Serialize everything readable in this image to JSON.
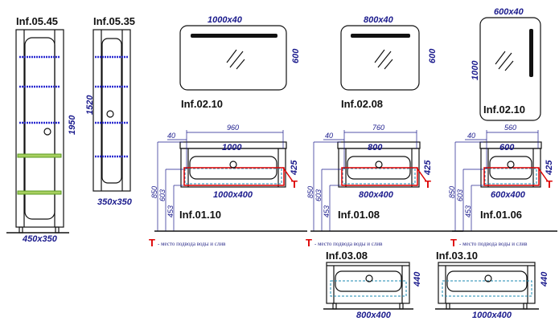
{
  "tall_cabinets": [
    {
      "model": "Inf.05.45",
      "height": "1950",
      "size": "450x350"
    },
    {
      "model": "Inf.05.35",
      "height": "1520",
      "size": "350x350"
    }
  ],
  "mirrors": [
    {
      "model": "Inf.02.10",
      "light": "1000x40",
      "height": "600"
    },
    {
      "model": "Inf.02.08",
      "light": "800x40",
      "height": "600"
    },
    {
      "model": "Inf.02.10",
      "light": "600x40",
      "height": "1000"
    }
  ],
  "vanities": [
    {
      "model": "Inf.01.10",
      "offset": "40",
      "inner": "960",
      "top": "1000",
      "depth": "425",
      "size": "1000x400",
      "h1": "850",
      "h2": "603",
      "h3": "453"
    },
    {
      "model": "Inf.01.08",
      "offset": "40",
      "inner": "760",
      "top": "800",
      "depth": "425",
      "size": "800x400",
      "h1": "850",
      "h2": "603",
      "h3": "453"
    },
    {
      "model": "Inf.01.06",
      "offset": "40",
      "inner": "560",
      "top": "600",
      "depth": "425",
      "size": "600x400",
      "h1": "850",
      "h2": "603",
      "h3": "453"
    }
  ],
  "legend": {
    "symbol": "T",
    "text": "- место подвода воды и слив"
  },
  "base_units": [
    {
      "model": "Inf.03.08",
      "height": "440",
      "size": "800x400"
    },
    {
      "model": "Inf.03.10",
      "height": "440",
      "size": "1000x400"
    }
  ]
}
